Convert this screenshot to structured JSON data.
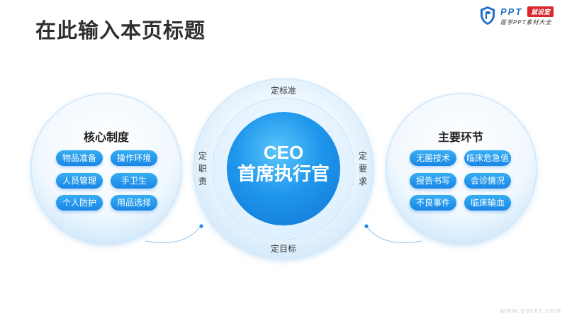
{
  "title": "在此输入本页标题",
  "logo": {
    "brand": "PPT",
    "badge": "鼠设室",
    "subtitle": "医学PPT素材大全"
  },
  "center": {
    "title_line1": "CEO",
    "title_line2": "首席执行官",
    "top_label": "定标准",
    "bottom_label": "定目标",
    "left_label": "定职责",
    "right_label": "定要求"
  },
  "left_panel": {
    "title": "核心制度",
    "items": [
      "物品准备",
      "操作环境",
      "人员管理",
      "手卫生",
      "个人防护",
      "用品选择"
    ]
  },
  "right_panel": {
    "title": "主要环节",
    "items": [
      "无菌技术",
      "临床危急值",
      "报告书写",
      "会诊情况",
      "不良事件",
      "临床输血"
    ]
  },
  "colors": {
    "accent": "#1a86e6",
    "center_fill": "#1e96ec",
    "ring": "#d6ecfb"
  },
  "watermark": "www.ppter.com"
}
